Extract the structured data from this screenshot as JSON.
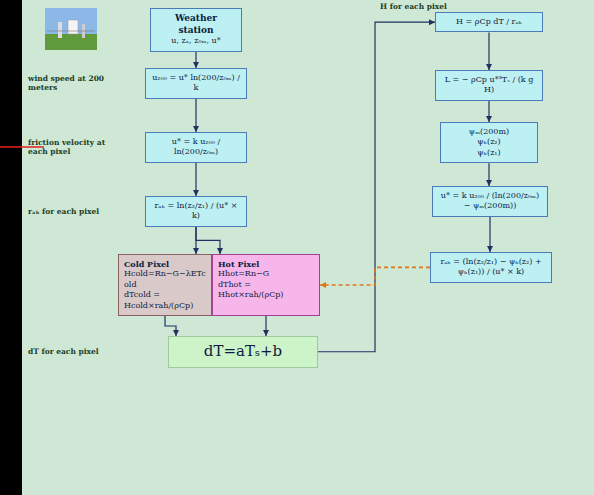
{
  "diagram": {
    "nodes": [
      {
        "text": [
          "Weather station",
          "u, zₓ, z₀ₘ, u*"
        ]
      },
      {
        "text": [
          "u₂₀₀ = u* ln(200/z₀ₘ) / k"
        ]
      },
      {
        "text": [
          "u* = k u₂₀₀ / ln(200/z₀ₘ)"
        ]
      },
      {
        "text": [
          "rₐₕ = ln(z₂/z₁) / (u* × k)"
        ]
      },
      {
        "text": [
          "Cold Pixel",
          "Hcold=Rn−G−λETcold",
          "dTcold = Hcold×rah/(ρCp)"
        ]
      },
      {
        "text": [
          "Hot Pixel",
          "Hhot=Rn−G",
          "dThot = Hhot×rah/(ρCp)"
        ]
      },
      {
        "text": [
          "dT=aTₛ+b"
        ]
      },
      {
        "text": [
          "H = ρCp dT / rₐₕ"
        ]
      },
      {
        "text": [
          "L = − ρCp u*³Tₛ / (k g H)"
        ]
      },
      {
        "text": [
          "ψₘ(200m)",
          "ψₕ(z₂)",
          "ψₕ(z₁)"
        ]
      },
      {
        "text": [
          "u* = k u₂₀₀ / (ln(200/z₀ₘ) − ψₘ(200m))"
        ]
      },
      {
        "text": [
          "rₐₕ = (ln(z₂/z₁) − ψₕ(z₂) + ψₕ(z₁)) / (u* × k)"
        ]
      }
    ],
    "edges": [
      {
        "from": 0,
        "to": 1,
        "arrow": "to"
      },
      {
        "from": 1,
        "to": 2,
        "arrow": "to"
      },
      {
        "from": 2,
        "to": 3,
        "arrow": "to"
      },
      {
        "from": 3,
        "to": 4,
        "arrow": "to"
      },
      {
        "from": 3,
        "to": 5,
        "arrow": "to"
      },
      {
        "from": 4,
        "to": 6,
        "arrow": "to"
      },
      {
        "from": 5,
        "to": 6,
        "arrow": "to"
      },
      {
        "from": 6,
        "to": 7,
        "arrow": "to"
      },
      {
        "from": 7,
        "to": 8,
        "arrow": "to"
      },
      {
        "from": 8,
        "to": 9,
        "arrow": "to"
      },
      {
        "from": 9,
        "to": 10,
        "arrow": "to"
      },
      {
        "from": 10,
        "to": 11,
        "arrow": "to"
      },
      {
        "from": 11,
        "to": 5,
        "arrow": "to"
      }
    ],
    "labels": [
      "wind speed at 200 meters",
      "friction velocity at each pixel",
      "rₐₕ for each pixel",
      "dT for each pixel",
      "H for each pixel"
    ]
  }
}
